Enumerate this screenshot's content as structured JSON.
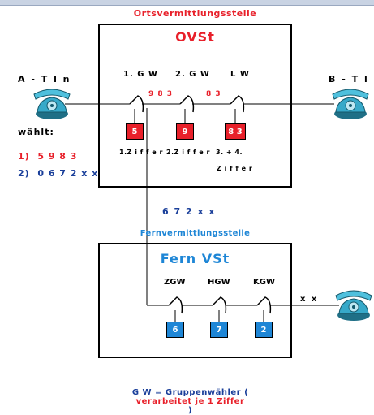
{
  "header_stub": "",
  "ovst": {
    "caption": "Ortsvermittlungsstelle",
    "title": "OVSt",
    "switches": [
      "1. G W",
      "2. G W",
      "L W"
    ],
    "line_digits_1": "9 8 3",
    "line_digits_2": "8 3",
    "chips": [
      "5",
      "9",
      "8 3"
    ],
    "ziffer_1": "1.Z i f f e r",
    "ziffer_2": "2.Z i f f e r",
    "ziffer_3a": "3. + 4.",
    "ziffer_3b": "Z i f f e r"
  },
  "a_tln": {
    "label": "A - T l n",
    "waehlt": "wählt:",
    "dial_1": "1)  5 9 8 3",
    "dial_2": "2)  0 6 7 2 x x"
  },
  "b_tln": {
    "label": "B - T l n"
  },
  "connector_digits": "6 7 2 x x",
  "fern": {
    "caption": "Fernvermittlungsstelle",
    "title": "Fern VSt",
    "switches": [
      "ZGW",
      "HGW",
      "KGW"
    ],
    "chips": [
      "6",
      "7",
      "2"
    ],
    "out_digits": "x x"
  },
  "footer": {
    "prefix": "G W = Gruppenwähler (",
    "highlight": "verarbeitet je 1 Ziffer",
    "suffix": ")"
  },
  "colors": {
    "red": "#e8202a",
    "blue": "#1a3f9a",
    "phone": "#37a9c9",
    "chip_blue": "#1e86d6"
  },
  "icons": [
    "telephone-icon",
    "switch-selector-icon"
  ]
}
